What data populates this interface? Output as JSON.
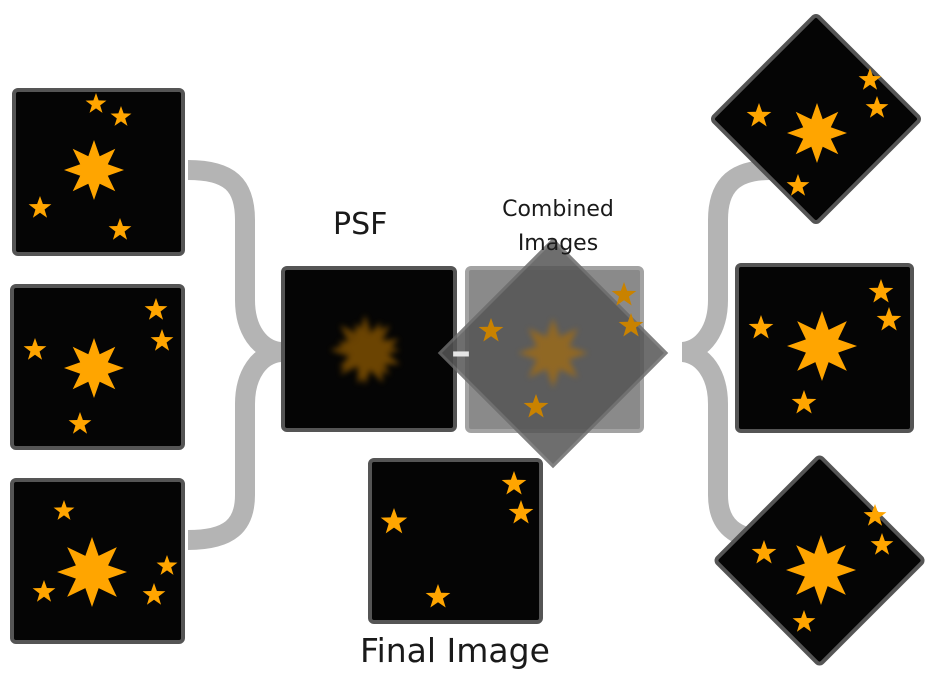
{
  "labels": {
    "psf": "PSF",
    "combined_line1": "Combined",
    "combined_line2": "Images",
    "final": "Final Image",
    "minus": "–"
  },
  "colors": {
    "background": "#ffffff",
    "panel": "#050505",
    "panel_border": "#555555",
    "star": "#ffa500",
    "brace": "#b4b4b4",
    "minus": "#e6e6e6"
  },
  "panels": [
    {
      "name": "input-left-1",
      "rotated": false
    },
    {
      "name": "input-left-2",
      "rotated": false
    },
    {
      "name": "input-left-3",
      "rotated": false
    },
    {
      "name": "psf",
      "rotated": false
    },
    {
      "name": "combined-images",
      "rotated": false,
      "overlay": true
    },
    {
      "name": "final-image",
      "rotated": false
    },
    {
      "name": "output-right-1",
      "rotated": true
    },
    {
      "name": "output-right-2",
      "rotated": false
    },
    {
      "name": "output-right-3",
      "rotated": true
    }
  ]
}
